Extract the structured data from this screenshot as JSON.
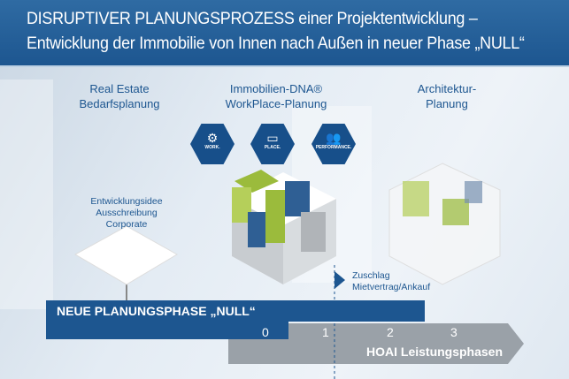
{
  "header": {
    "line1": "DISRUPTIVER PLANUNGSPROZESS einer Projektentwicklung –",
    "line2": "Entwicklung der Immobilie von Innen nach Außen in neuer Phase „NULL“"
  },
  "columns": [
    {
      "line1": "Real Estate",
      "line2": "Bedarfsplanung"
    },
    {
      "line1": "Immobilien-DNA®",
      "line2": "WorkPlace-Planung"
    },
    {
      "line1": "Architektur-",
      "line2": "Planung"
    }
  ],
  "hexagons": [
    {
      "icon": "gears-icon",
      "label": "WORK."
    },
    {
      "icon": "workplace-icon",
      "label": "PLACE."
    },
    {
      "icon": "people-icon",
      "label": "PERFORMANCE."
    }
  ],
  "idea": {
    "line1": "Entwicklungsidee",
    "line2": "Ausschreibung Corporate"
  },
  "milestone": {
    "line1": "Zuschlag",
    "line2": "Mietvertrag/Ankauf"
  },
  "phase_null": {
    "label": "NEUE PLANUNGSPHASE „NULL“",
    "number": "0"
  },
  "hoai": {
    "label": "HOAI Leistungsphasen",
    "numbers": [
      "1",
      "2",
      "3"
    ]
  },
  "colors": {
    "blue": "#1d5690",
    "gray": "#9aa1a8",
    "green": "#9bbb3c"
  }
}
